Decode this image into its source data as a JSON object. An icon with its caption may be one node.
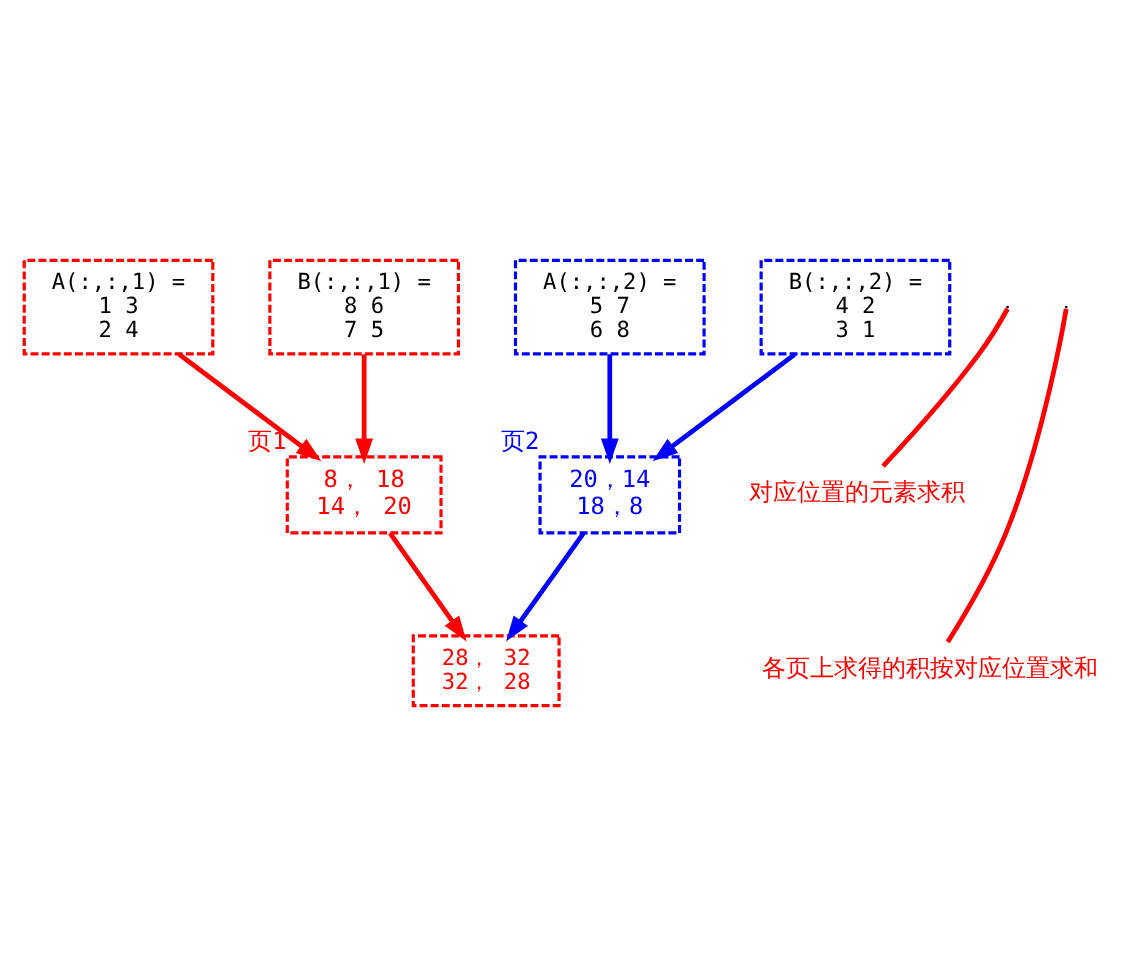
{
  "diagram": {
    "nodes": [
      {
        "text": [
          "A(:,:,1) =",
          "1 3",
          "2 4"
        ]
      },
      {
        "text": [
          "A(:,:,2) =",
          "5 7",
          "6 8"
        ]
      },
      {
        "text": [
          "B(:,:,1) =",
          "8 6",
          "7 5"
        ]
      },
      {
        "text": [
          "B(:,:,2) =",
          "4 2",
          "3 1"
        ]
      },
      {
        "text": [
          "对应位置的元素求积"
        ]
      },
      {
        "text": [
          "8， 18",
          "14， 20"
        ],
        "beside": [
          "页1"
        ]
      },
      {
        "text": [
          "20，14",
          "18，8"
        ],
        "beside": [
          "页2"
        ]
      },
      {
        "text": [
          "各页上求得的积按对应位置求和"
        ]
      },
      {
        "text": [
          "28， 32",
          "32， 28"
        ]
      }
    ],
    "edges": [
      {
        "from": 0,
        "to": 5,
        "arrow": "to",
        "color": "#ff0000"
      },
      {
        "from": 2,
        "to": 5,
        "arrow": "to",
        "color": "#ff0000"
      },
      {
        "from": 1,
        "to": 6,
        "arrow": "to",
        "color": "#0000ff"
      },
      {
        "from": 3,
        "to": 6,
        "arrow": "to",
        "color": "#0000ff"
      },
      {
        "from": 4,
        "to": null,
        "arrow": "none",
        "color": "#ff0000"
      },
      {
        "from": 5,
        "to": 8,
        "arrow": "to",
        "color": "#ff0000"
      },
      {
        "from": 6,
        "to": 8,
        "arrow": "to",
        "color": "#0000ff"
      },
      {
        "from": 7,
        "to": null,
        "arrow": "none",
        "color": "#ff0000"
      }
    ]
  }
}
